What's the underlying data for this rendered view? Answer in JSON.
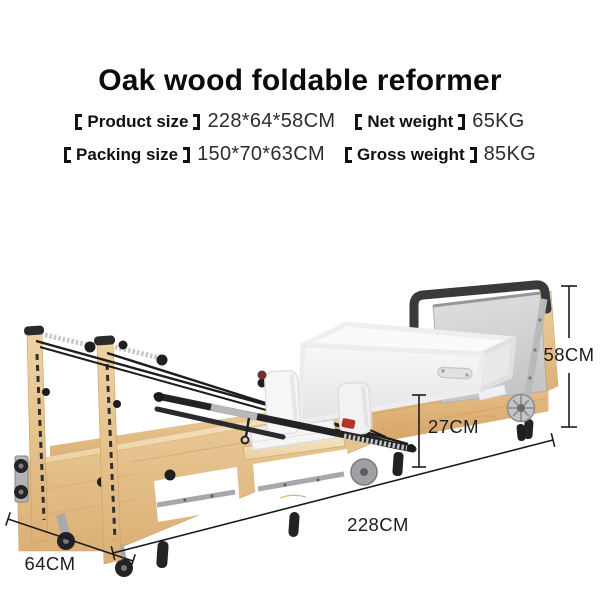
{
  "page": {
    "title": "Oak wood foldable reformer"
  },
  "specs": {
    "product_size_label": "Product size",
    "product_size_value": "228*64*58CM",
    "net_weight_label": "Net weight",
    "net_weight_value": "65KG",
    "packing_size_label": "Packing size",
    "packing_size_value": "150*70*63CM",
    "gross_weight_label": "Gross weight",
    "gross_weight_value": "85KG"
  },
  "dimensions": {
    "height_label": "58CM",
    "bed_height_label": "27CM",
    "length_label": "228CM",
    "width_label": "64CM"
  },
  "product": {
    "description": "oak wood foldable pilates reformer, folded, side view",
    "colors": {
      "wood_light": "#f3e2bd",
      "wood_mid": "#e8c795",
      "wood_dark": "#d8a96d",
      "upholstery_white": "#f4f4f5",
      "panel_grey": "#d3d3d6",
      "hardware_black": "#262628",
      "metal_silver": "#bcbec0",
      "dimension_line": "#1b1b1b"
    }
  }
}
